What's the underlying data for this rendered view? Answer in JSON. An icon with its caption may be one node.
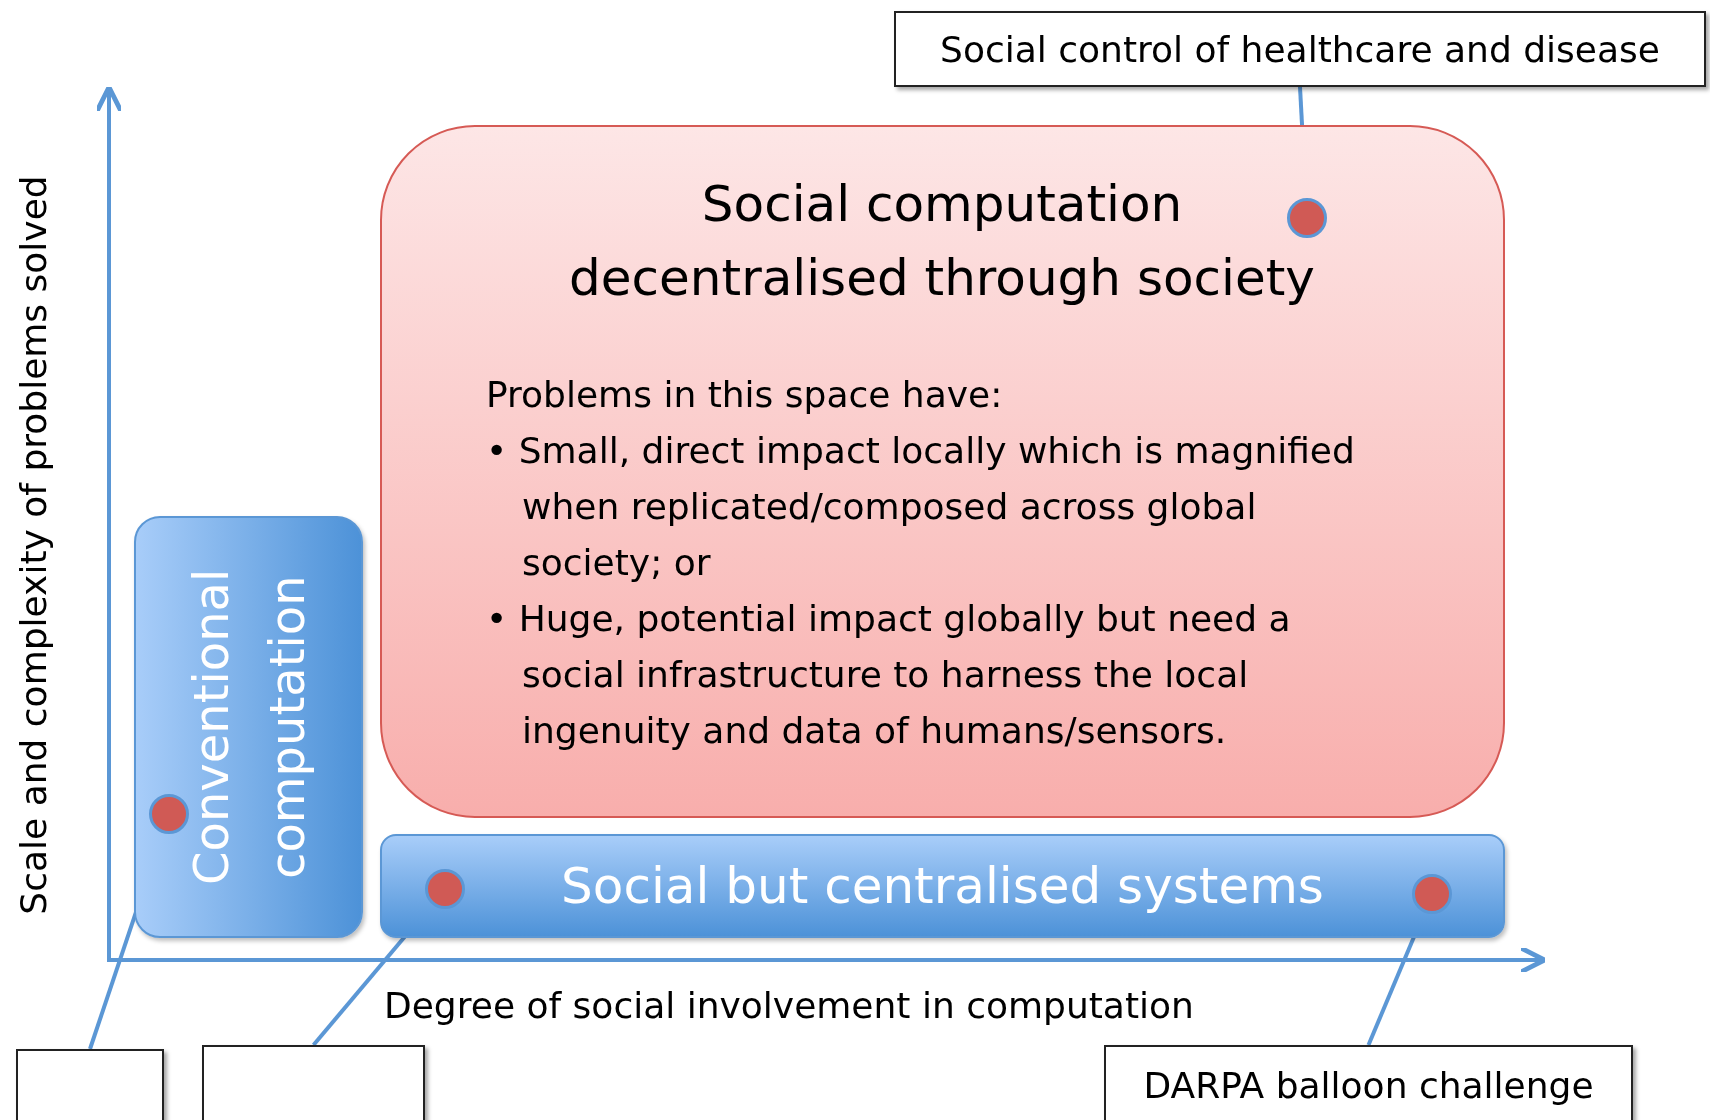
{
  "diagram": {
    "nodes": [
      {
        "text": [
          "Social control of healthcare and disease"
        ]
      },
      {
        "text": [
          "Social computation decentralised through society",
          "Problems in this space have:",
          "• Small, direct impact locally which is magnified when replicated/composed across global society; or",
          "• Huge, potential impact globally but need a social infrastructure to harness the local ingenuity and data of humans/sensors."
        ]
      },
      {
        "text": [],
        "shape": "circle",
        "in": 1
      },
      {
        "text": [
          "Conventional computation"
        ]
      },
      {
        "text": [],
        "shape": "circle",
        "in": 3
      },
      {
        "text": [
          "Social but centralised systems"
        ]
      },
      {
        "text": [],
        "shape": "circle",
        "in": 5
      },
      {
        "text": [],
        "shape": "circle",
        "in": 5
      },
      {
        "text": [],
        "shape": "box"
      },
      {
        "text": [],
        "shape": "box"
      },
      {
        "text": [
          "DARPA balloon challenge"
        ]
      }
    ],
    "edges": [
      {
        "from": 0,
        "to": 2,
        "arrow": "none"
      },
      {
        "from": 8,
        "to": 4,
        "arrow": "none"
      },
      {
        "from": 9,
        "to": 6,
        "arrow": "none"
      },
      {
        "from": 10,
        "to": 7,
        "arrow": "none"
      }
    ],
    "labels": [
      "Scale and complexity of problems solved",
      "Degree of social involvement in computation"
    ]
  }
}
